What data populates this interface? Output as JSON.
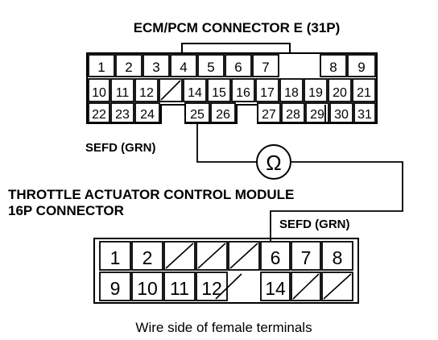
{
  "ecm_connector": {
    "title": "ECM/PCM CONNECTOR E (31P)",
    "row1": [
      "1",
      "2",
      "3",
      "4",
      "5",
      "6",
      "7",
      "",
      "8",
      "9"
    ],
    "row2": [
      "10",
      "11",
      "12",
      "",
      "14",
      "15",
      "16",
      "17",
      "18",
      "19",
      "20",
      "21"
    ],
    "row3": [
      "22",
      "23",
      "24",
      "",
      "25",
      "26",
      "",
      "27",
      "28",
      "29",
      "30",
      "31"
    ],
    "wire_label": "SEFD (GRN)"
  },
  "tac_connector": {
    "title_line1": "THROTTLE ACTUATOR CONTROL MODULE",
    "title_line2": "16P CONNECTOR",
    "row1": [
      "1",
      "2",
      "",
      "",
      "",
      "6",
      "7",
      "8"
    ],
    "row2": [
      "9",
      "10",
      "11",
      "12",
      "14",
      "",
      ""
    ],
    "wire_label": "SEFD (GRN)"
  },
  "meter": {
    "symbol": "Ω"
  },
  "caption": "Wire side of female terminals"
}
